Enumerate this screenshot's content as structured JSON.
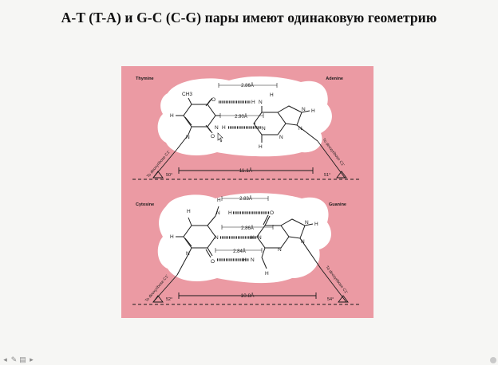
{
  "title": "A-T (T-A) и G-C (C-G) пары имеют одинаковую геометрию",
  "colors": {
    "background": "#f6f6f4",
    "panel": "#eb9aa3",
    "molecule_blob": "#ffffff",
    "ink": "#1a1a1a"
  },
  "at_pair": {
    "left_name": "Thymine",
    "right_name": "Adenine",
    "hbond_top": "2.86Å",
    "hbond_middle": "2.90Å",
    "c1_distance": "11.1Å",
    "angle_left": "50°",
    "angle_right": "51°",
    "sugar_left": "To deoxyribose C1'",
    "sugar_right": "To deoxyribose C1'",
    "atoms": {
      "ch3": "CH3",
      "o_top": "O",
      "o_bottom": "O",
      "h_n3": "H",
      "n3": "N",
      "h_c6": "H",
      "h_c6b": "H",
      "n1": "N",
      "h_amine1": "H",
      "h_amine2": "H",
      "n_amine": "N",
      "n1a": "N",
      "n3a": "N",
      "n7": "N",
      "n9": "N",
      "h_c2": "H",
      "h_c8": "H"
    }
  },
  "gc_pair": {
    "left_name": "Cytosine",
    "right_name": "Guanine",
    "hbond_top": "2.83Å",
    "hbond_middle": "2.86Å",
    "hbond_bottom": "2.84Å",
    "c1_distance": "10.8Å",
    "angle_left": "52°",
    "angle_right": "54°",
    "sugar_left": "To deoxyribose C1'",
    "sugar_right": "To deoxyribose C1'",
    "atoms": {
      "h_amine1": "H",
      "n_amine": "N",
      "h_amine2": "H",
      "o_g6": "O",
      "h_c5": "H",
      "h_c6": "H",
      "n3": "N",
      "n1": "N",
      "o_c2": "O",
      "h_n1g": "H",
      "n1g": "N",
      "n3g": "N",
      "n7": "N",
      "n9": "N",
      "h_c8": "H",
      "h_amine3": "H",
      "n_amine2": "N",
      "h_amine4": "H"
    }
  },
  "nav": {
    "icons": [
      "nav-prev-icon",
      "nav-pen-icon",
      "nav-menu-icon",
      "nav-next-icon"
    ]
  }
}
